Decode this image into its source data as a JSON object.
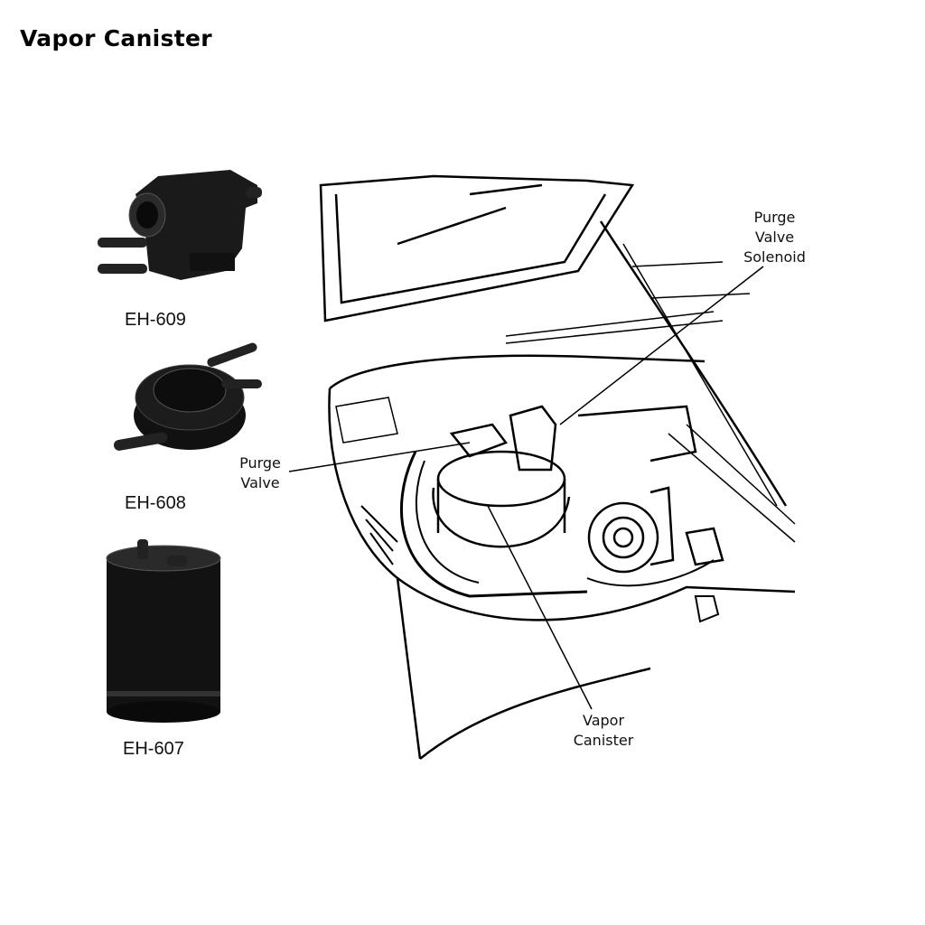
{
  "title": "Vapor Canister",
  "products": [
    {
      "model": "EH-609"
    },
    {
      "model": "EH-608"
    },
    {
      "model": "EH-607"
    }
  ],
  "callouts": {
    "purge_valve_solenoid": [
      "Purge",
      "Valve",
      "Solenoid"
    ],
    "purge_valve": [
      "Purge",
      "Valve"
    ],
    "vapor_canister": [
      "Vapor",
      "Canister"
    ]
  },
  "colors": {
    "ink": "#000000",
    "part": "#111111",
    "background": "#ffffff"
  }
}
